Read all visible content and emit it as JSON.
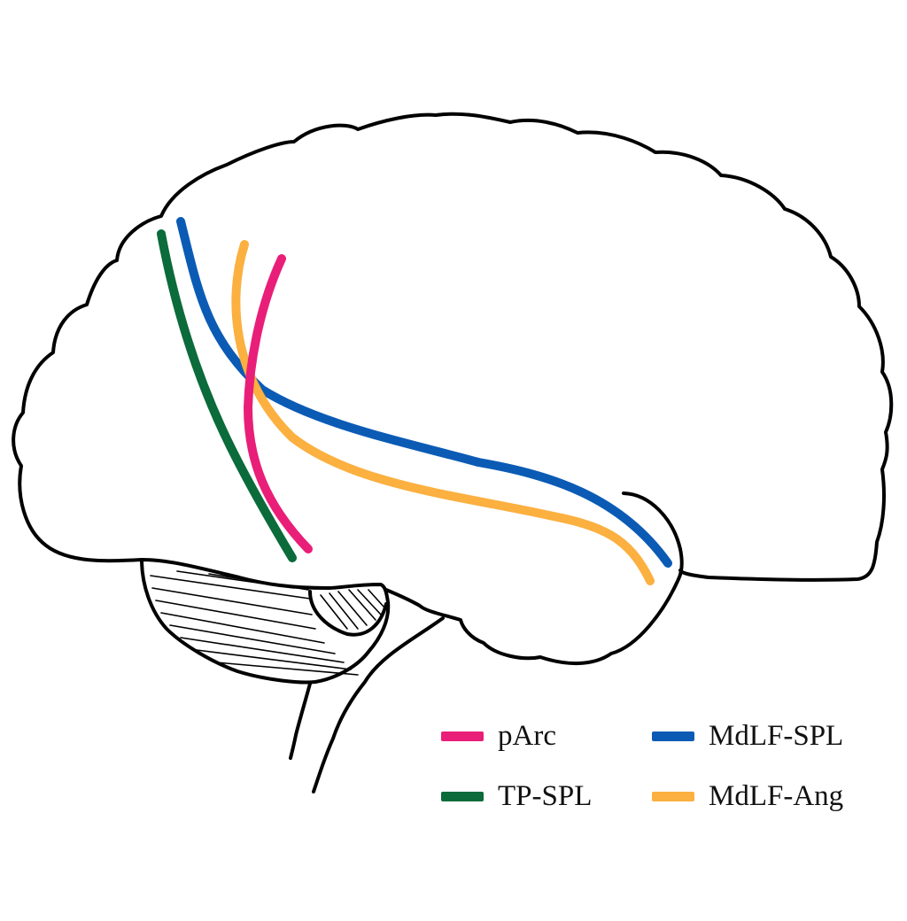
{
  "tracts": [
    {
      "id": "parc",
      "label": "pArc",
      "color": "#E91E78"
    },
    {
      "id": "mdlf-spl",
      "label": "MdLF-SPL",
      "color": "#0B5BB5"
    },
    {
      "id": "tp-spl",
      "label": "TP-SPL",
      "color": "#0B6B3A"
    },
    {
      "id": "mdlf-ang",
      "label": "MdLF-Ang",
      "color": "#FBB040"
    }
  ],
  "outline_color": "#000000"
}
